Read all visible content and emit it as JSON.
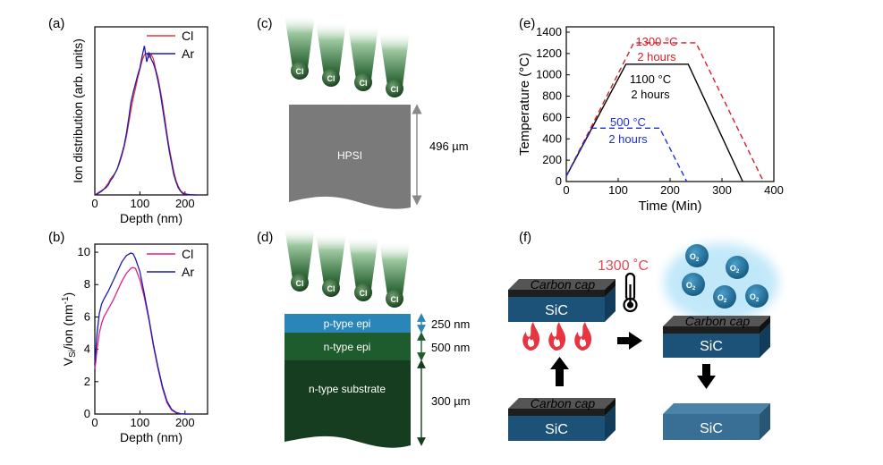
{
  "panels": {
    "a": "(a)",
    "b": "(b)",
    "c": "(c)",
    "d": "(d)",
    "e": "(e)",
    "f": "(f)"
  },
  "chart_data": [
    {
      "panel": "(a)",
      "type": "line",
      "xlabel": "Depth (nm)",
      "ylabel": "Ion distribution (arb. units)",
      "xlim": [
        0,
        250
      ],
      "xticks": [
        "0",
        "100",
        "200"
      ],
      "xtick_values": [
        0,
        100,
        200
      ],
      "yticks": [],
      "legend_position": "top-right",
      "colors": {
        "Cl": "#e8343f",
        "Ar": "#1c1caa"
      },
      "series": [
        {
          "name": "Cl",
          "x": [
            0,
            5,
            10,
            15,
            20,
            25,
            30,
            35,
            40,
            45,
            50,
            55,
            60,
            65,
            70,
            75,
            80,
            85,
            90,
            95,
            100,
            105,
            110,
            115,
            120,
            125,
            130,
            135,
            140,
            145,
            150,
            155,
            160,
            165,
            170,
            175,
            180,
            185,
            190,
            195,
            200,
            205,
            210,
            215,
            220,
            225,
            230
          ],
          "y": [
            0,
            1,
            2,
            3,
            4,
            6,
            8,
            11,
            13,
            15,
            18,
            22,
            27,
            33,
            40,
            49,
            58,
            66,
            73,
            80,
            86,
            92,
            96,
            97,
            94,
            96,
            93,
            86,
            80,
            72,
            63,
            53,
            42,
            32,
            24,
            16,
            10,
            6,
            3,
            1.5,
            1,
            0.5,
            0.3,
            0.2,
            0.1,
            0,
            0
          ]
        },
        {
          "name": "Ar",
          "x": [
            0,
            5,
            10,
            15,
            20,
            25,
            30,
            35,
            40,
            45,
            50,
            55,
            60,
            65,
            70,
            75,
            80,
            85,
            90,
            95,
            100,
            105,
            110,
            115,
            120,
            125,
            130,
            135,
            140,
            145,
            150,
            155,
            160,
            165,
            170,
            175,
            180,
            185,
            190,
            195,
            200,
            205,
            210,
            215,
            220,
            225,
            230
          ],
          "y": [
            0,
            0.5,
            1.5,
            2.5,
            4,
            5,
            7,
            10,
            12,
            15,
            18,
            23,
            28,
            34,
            42,
            52,
            63,
            70,
            76,
            82,
            87,
            95,
            102,
            91,
            97,
            93,
            90,
            85,
            78,
            70,
            60,
            50,
            40,
            30,
            22,
            14,
            9,
            5,
            2.5,
            1,
            0.5,
            0.3,
            0.2,
            0.1,
            0,
            0,
            0
          ]
        }
      ]
    },
    {
      "panel": "(b)",
      "type": "line",
      "xlabel": "Depth (nm)",
      "ylabel": "V_Si/ion (nm^-1)",
      "ylabel_main": "V",
      "ylabel_sub": "Si",
      "ylabel_mid": "/ion (nm",
      "ylabel_sup": "-1",
      "ylabel_end": ")",
      "xlim": [
        0,
        250
      ],
      "ylim": [
        0,
        10.5
      ],
      "xticks": [
        "0",
        "100",
        "200"
      ],
      "xtick_values": [
        0,
        100,
        200
      ],
      "yticks": [
        "0",
        "2",
        "4",
        "6",
        "8",
        "10"
      ],
      "ytick_values": [
        0,
        2,
        4,
        6,
        8,
        10
      ],
      "legend_position": "top-right",
      "colors": {
        "Cl": "#e0208a",
        "Ar": "#1c1caa"
      },
      "series": [
        {
          "name": "Cl",
          "x": [
            0,
            2,
            5,
            10,
            15,
            20,
            30,
            40,
            50,
            60,
            70,
            80,
            85,
            90,
            100,
            110,
            120,
            130,
            140,
            150,
            160,
            170,
            180,
            190,
            200,
            210
          ],
          "y": [
            2.8,
            3.2,
            4,
            5,
            5.6,
            6.0,
            6.5,
            7.0,
            7.6,
            8.2,
            8.7,
            9.0,
            9.05,
            9.0,
            8.3,
            7.2,
            5.8,
            4.2,
            2.8,
            1.6,
            0.7,
            0.25,
            0.08,
            0.02,
            0,
            0
          ]
        },
        {
          "name": "Ar",
          "x": [
            0,
            2,
            5,
            10,
            15,
            20,
            30,
            40,
            50,
            60,
            70,
            80,
            85,
            90,
            100,
            110,
            120,
            130,
            140,
            150,
            160,
            170,
            180,
            190,
            200,
            210
          ],
          "y": [
            3.1,
            3.8,
            5.0,
            6.2,
            6.8,
            7.1,
            7.6,
            8.2,
            8.8,
            9.4,
            9.8,
            9.95,
            9.9,
            9.6,
            8.8,
            7.4,
            5.9,
            4.3,
            2.9,
            1.7,
            0.8,
            0.3,
            0.1,
            0.02,
            0,
            0
          ]
        }
      ]
    },
    {
      "panel": "(e)",
      "type": "line",
      "xlabel": "Time (Min)",
      "ylabel": "Temperature (°C)",
      "xlim": [
        0,
        400
      ],
      "ylim": [
        0,
        1450
      ],
      "xticks": [
        "0",
        "100",
        "200",
        "300",
        "400"
      ],
      "xtick_values": [
        0,
        100,
        200,
        300,
        400
      ],
      "yticks": [
        "0",
        "200",
        "400",
        "600",
        "800",
        "1000",
        "1200",
        "1400"
      ],
      "ytick_values": [
        0,
        200,
        400,
        600,
        800,
        1000,
        1200,
        1400
      ],
      "series": [
        {
          "id": "1300",
          "color": "#d81e2a",
          "dashed": true,
          "x": [
            0,
            130,
            250,
            380
          ],
          "y": [
            50,
            1300,
            1300,
            0
          ],
          "label1": "1300 °C",
          "label2": "2 hours"
        },
        {
          "id": "1100",
          "color": "#000000",
          "dashed": false,
          "x": [
            0,
            115,
            235,
            340
          ],
          "y": [
            50,
            1100,
            1100,
            0
          ],
          "label1": "1100 °C",
          "label2": "2 hours"
        },
        {
          "id": "500",
          "color": "#1f2fd8",
          "dashed": true,
          "x": [
            0,
            50,
            180,
            232
          ],
          "y": [
            50,
            500,
            500,
            0
          ],
          "label1": "500 °C",
          "label2": "2 hours"
        }
      ]
    }
  ],
  "panel_c": {
    "ion_label": "Cl",
    "substrate_label": "HPSI",
    "thickness_label": "496 µm"
  },
  "panel_d": {
    "ion_label": "Cl",
    "layers": [
      {
        "label": "p-type epi",
        "thickness": "250 nm",
        "color": "#2a86b9"
      },
      {
        "label": "n-type epi",
        "thickness": "500 nm",
        "color": "#1e5b2d"
      },
      {
        "label": "n-type substrate",
        "thickness": "300 µm",
        "color": "#163d1f"
      }
    ]
  },
  "panel_f": {
    "temperature_label": "1300 ˚C",
    "carbon_cap_label": "Carbon cap",
    "sic_label": "SiC",
    "oxygen_label": "O",
    "oxygen_sub": "2",
    "colors": {
      "sic_top": "#2e6a91",
      "sic_front": "#1d5278",
      "cap": "#2b2b2b",
      "flame": "#e8343f",
      "oxygen": "#1d6c9b",
      "glow": "#8fd6f5"
    }
  }
}
